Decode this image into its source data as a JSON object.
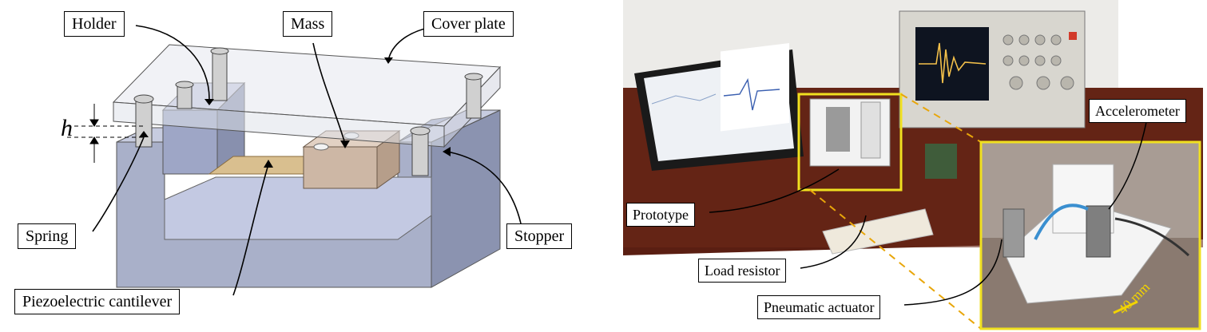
{
  "left_labels": {
    "holder": "Holder",
    "mass": "Mass",
    "cover_plate": "Cover plate",
    "spring": "Spring",
    "stopper": "Stopper",
    "piezoelectric_cantilever": "Piezoelectric cantilever",
    "gap_symbol": "h"
  },
  "right_labels": {
    "accelerometer": "Accelerometer",
    "prototype": "Prototype",
    "load_resistor": "Load resistor",
    "pneumatic_actuator": "Pneumatic actuator",
    "scale_bar": "40 mm"
  },
  "colors": {
    "frame": "#a9b0c9",
    "frame_dark": "#8b93b0",
    "frame_inner": "#c3c9e2",
    "cover": "#e6e8ef",
    "cantilever": "#d9bf8f",
    "mass": "#d6c3b3",
    "highlight": "#f0e020",
    "table": "#5a1e12"
  }
}
